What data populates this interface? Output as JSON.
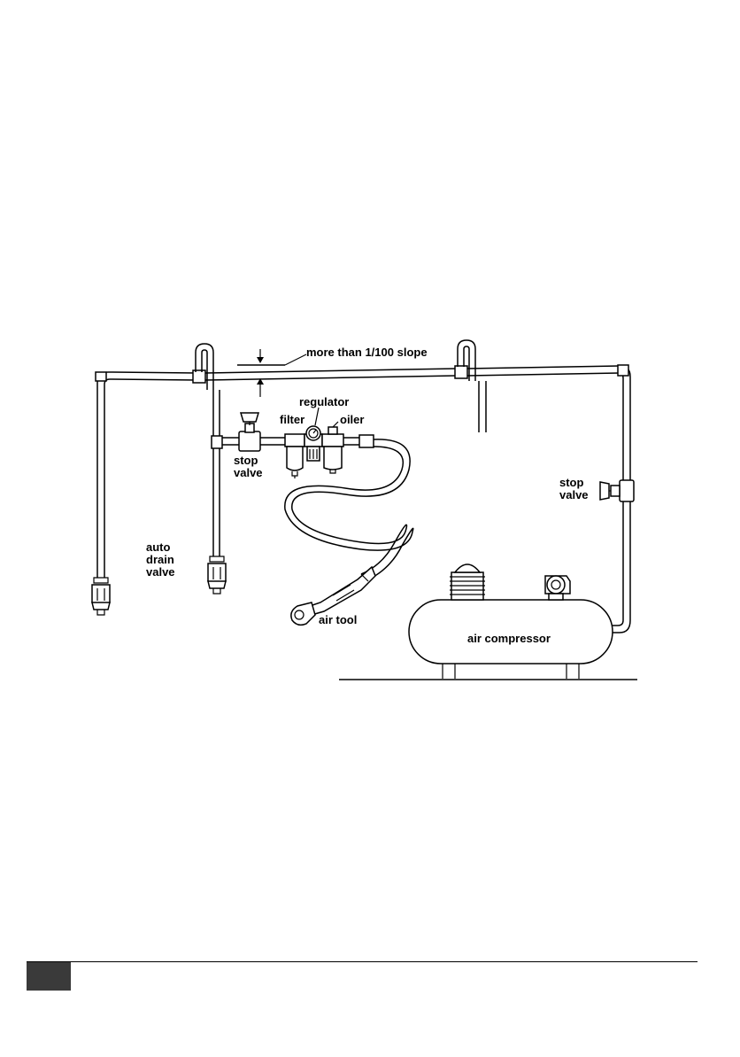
{
  "diagram": {
    "labels": {
      "slope": "more than 1/100 slope",
      "regulator": "regulator",
      "filter": "filter",
      "oiler": "oiler",
      "stop_valve_left_1": "stop",
      "stop_valve_left_2": "valve",
      "stop_valve_right_1": "stop",
      "stop_valve_right_2": "valve",
      "auto_1": "auto",
      "auto_2": "drain",
      "auto_3": "valve",
      "air_tool": "air tool",
      "air_compressor": "air compressor"
    }
  },
  "colors": {
    "ink": "#000000",
    "footer_box": "#3a3a3a",
    "background": "#ffffff"
  }
}
